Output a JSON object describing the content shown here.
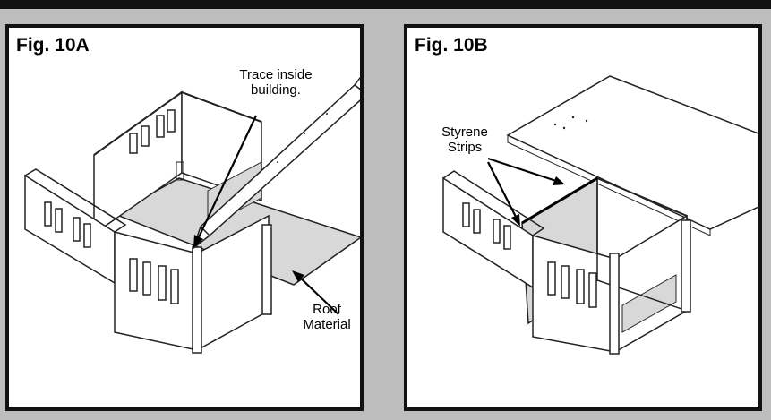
{
  "panels": [
    {
      "title": "Fig. 10A",
      "trace_label": "Trace inside building.",
      "roof_label": "Roof Material"
    },
    {
      "title": "Fig. 10B",
      "strips_label": "Styrene Strips"
    }
  ],
  "colors": {
    "background": "#bdbdbd",
    "frame": "#111111",
    "panel": "#ffffff",
    "shade": "#d8d8d8"
  }
}
